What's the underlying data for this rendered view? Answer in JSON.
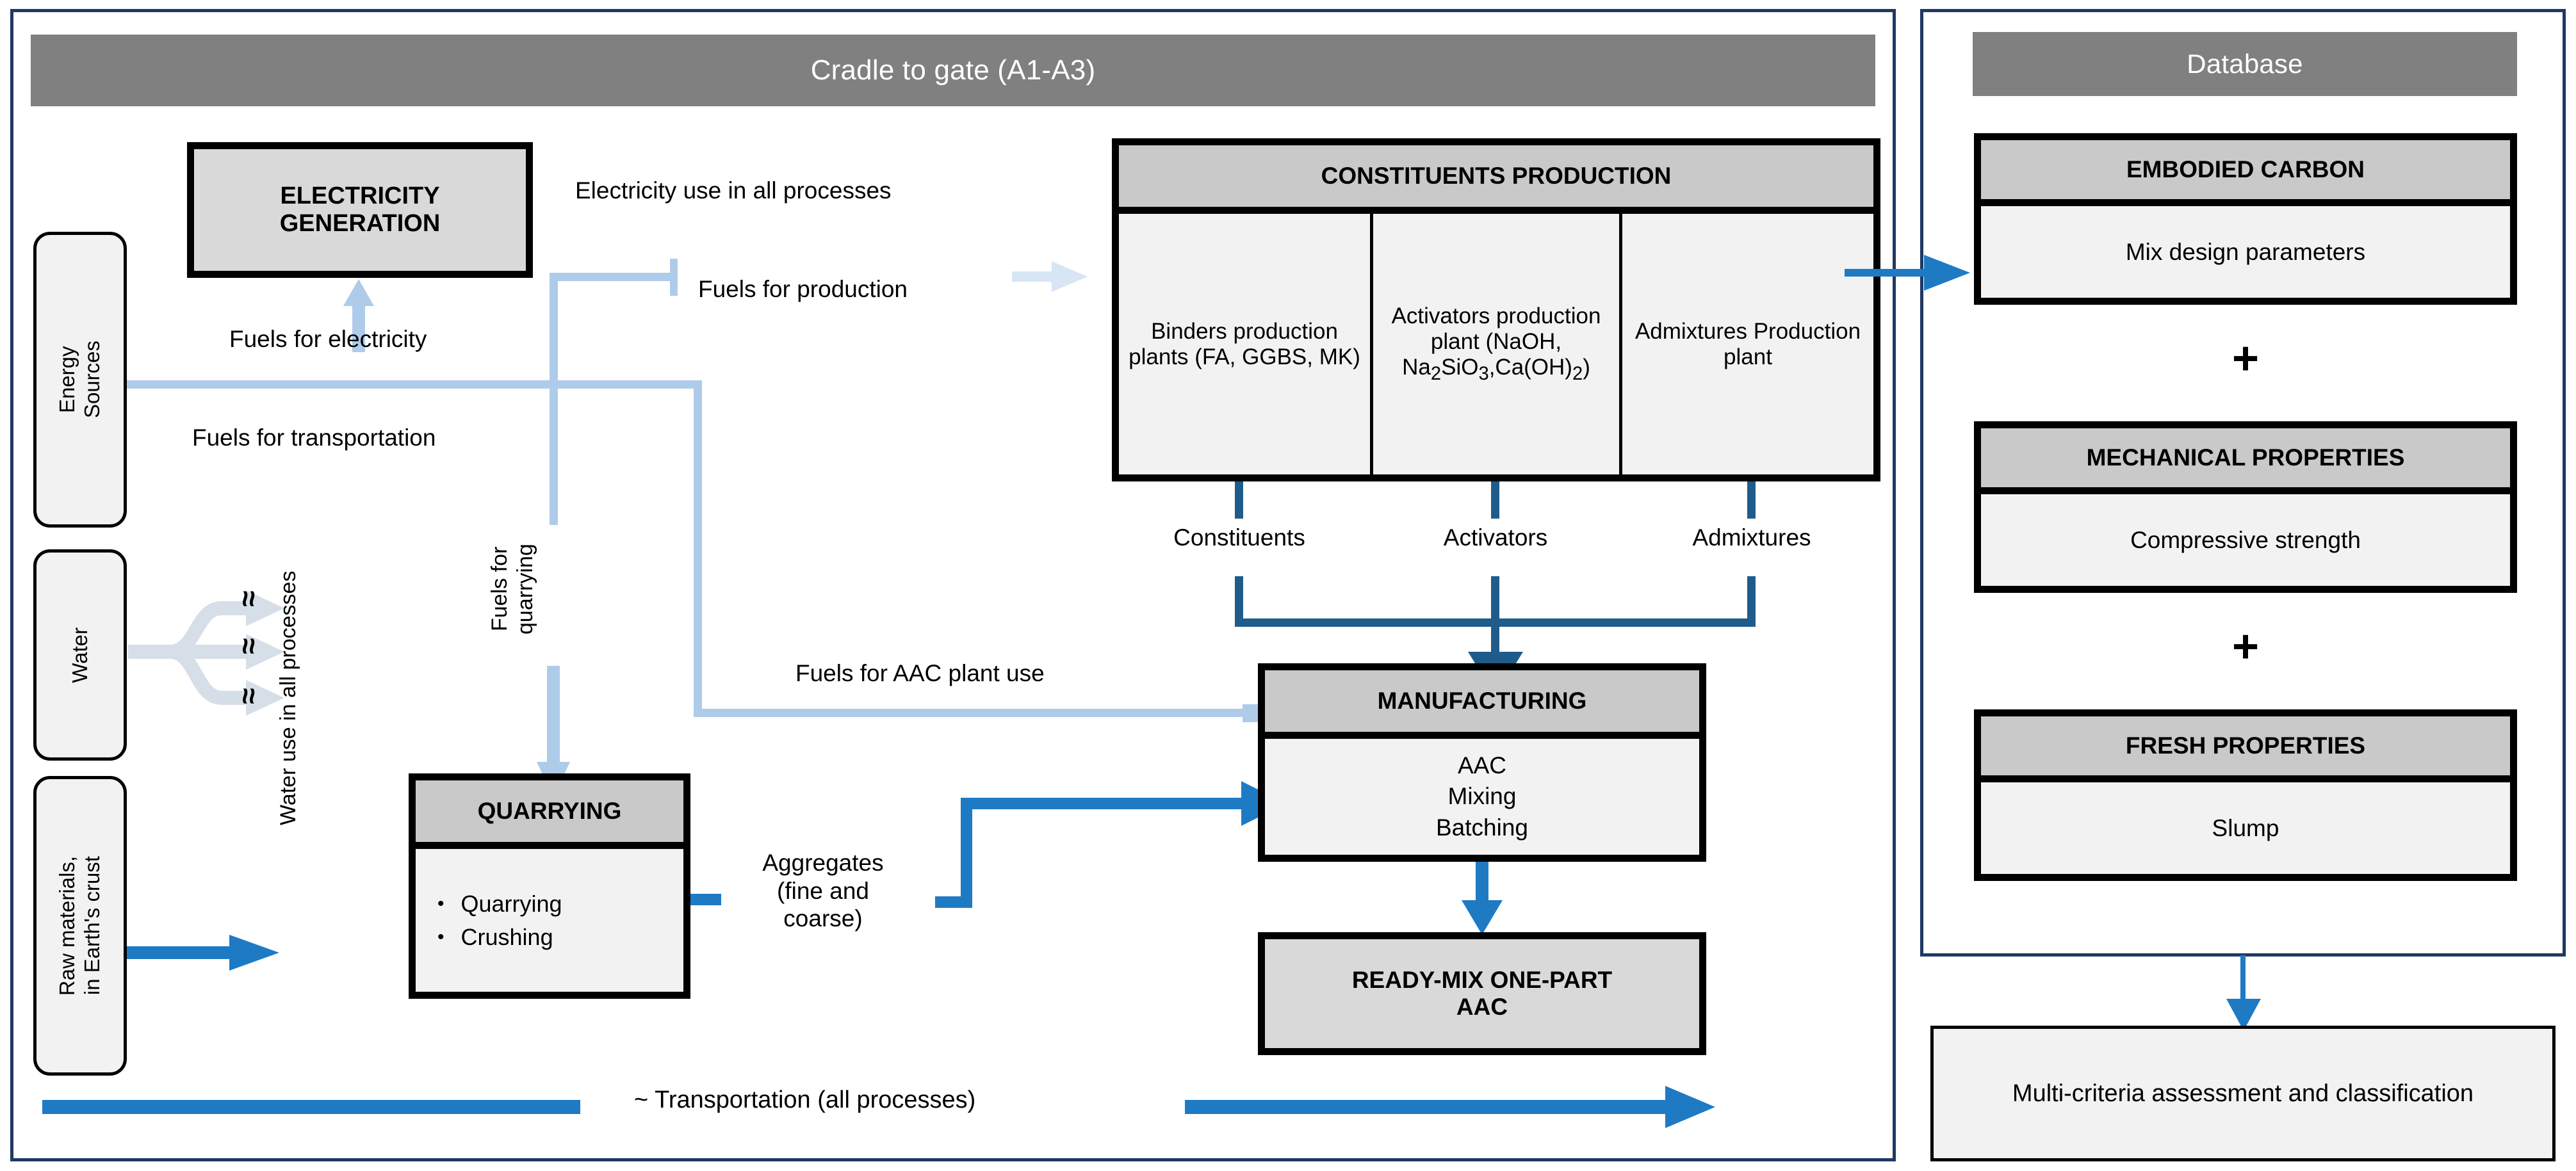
{
  "left_panel": {
    "banner_title": "Cradle to gate (A1-A3)",
    "electricity_generation": {
      "line1": "ELECTRICITY",
      "line2": "GENERATION"
    },
    "sources": [
      {
        "name": "energy-sources",
        "label": "Energy\nSources"
      },
      {
        "name": "water",
        "label": "Water"
      },
      {
        "name": "raw-materials",
        "label": "Raw materials,\nin Earth's crust"
      }
    ],
    "constituents_production": {
      "header": "CONSTITUENTS PRODUCTION",
      "columns": [
        {
          "name": "binders",
          "text": "Binders production plants (FA, GGBS, MK)"
        },
        {
          "name": "activators",
          "text": "Activators production plant (NaOH, Na2SiO3,Ca(OH)2)"
        },
        {
          "name": "admixtures",
          "text": "Admixtures Production plant"
        }
      ],
      "output_labels": [
        "Constituents",
        "Activators",
        "Admixtures"
      ]
    },
    "quarrying": {
      "header": "QUARRYING",
      "bullets": [
        "Quarrying",
        "Crushing"
      ]
    },
    "manufacturing": {
      "header": "MANUFACTURING",
      "body_lines": [
        "AAC",
        "Mixing",
        "Batching"
      ]
    },
    "ready_mix": {
      "line1": "READY-MIX  ONE-PART",
      "line2": "AAC"
    },
    "flow_labels": {
      "electricity_use": "Electricity use in all processes",
      "fuels_for_electricity": "Fuels for electricity",
      "fuels_for_production": "Fuels for production",
      "fuels_for_transportation": "Fuels for transportation",
      "fuels_for_quarrying": "Fuels for\nquarrying",
      "fuels_for_aac_plant": "Fuels for AAC plant use",
      "water_use": "Water use in all processes",
      "aggregates": "Aggregates (fine and coarse)",
      "transportation": "~ Transportation (all processes)"
    }
  },
  "right_panel": {
    "banner_title": "Database",
    "cards": [
      {
        "name": "embodied-carbon",
        "header": "EMBODIED CARBON",
        "value": "Mix design parameters"
      },
      {
        "name": "mechanical-properties",
        "header": "MECHANICAL PROPERTIES",
        "value": "Compressive strength"
      },
      {
        "name": "fresh-properties",
        "header": "FRESH PROPERTIES",
        "value": "Slump"
      }
    ],
    "plus_sign": "+",
    "outcome": "Multi-criteria assessment and classification"
  },
  "colors": {
    "panel_border": "#1F3864",
    "banner_grey": "#808080",
    "head_grey": "#C9C9C9",
    "body_grey": "#F2F2F2",
    "solid_grey": "#D9D9D9",
    "pale_blue": "#AFCBEA",
    "bright_blue": "#1F7AC4",
    "navy_blue": "#1F5C8B"
  }
}
